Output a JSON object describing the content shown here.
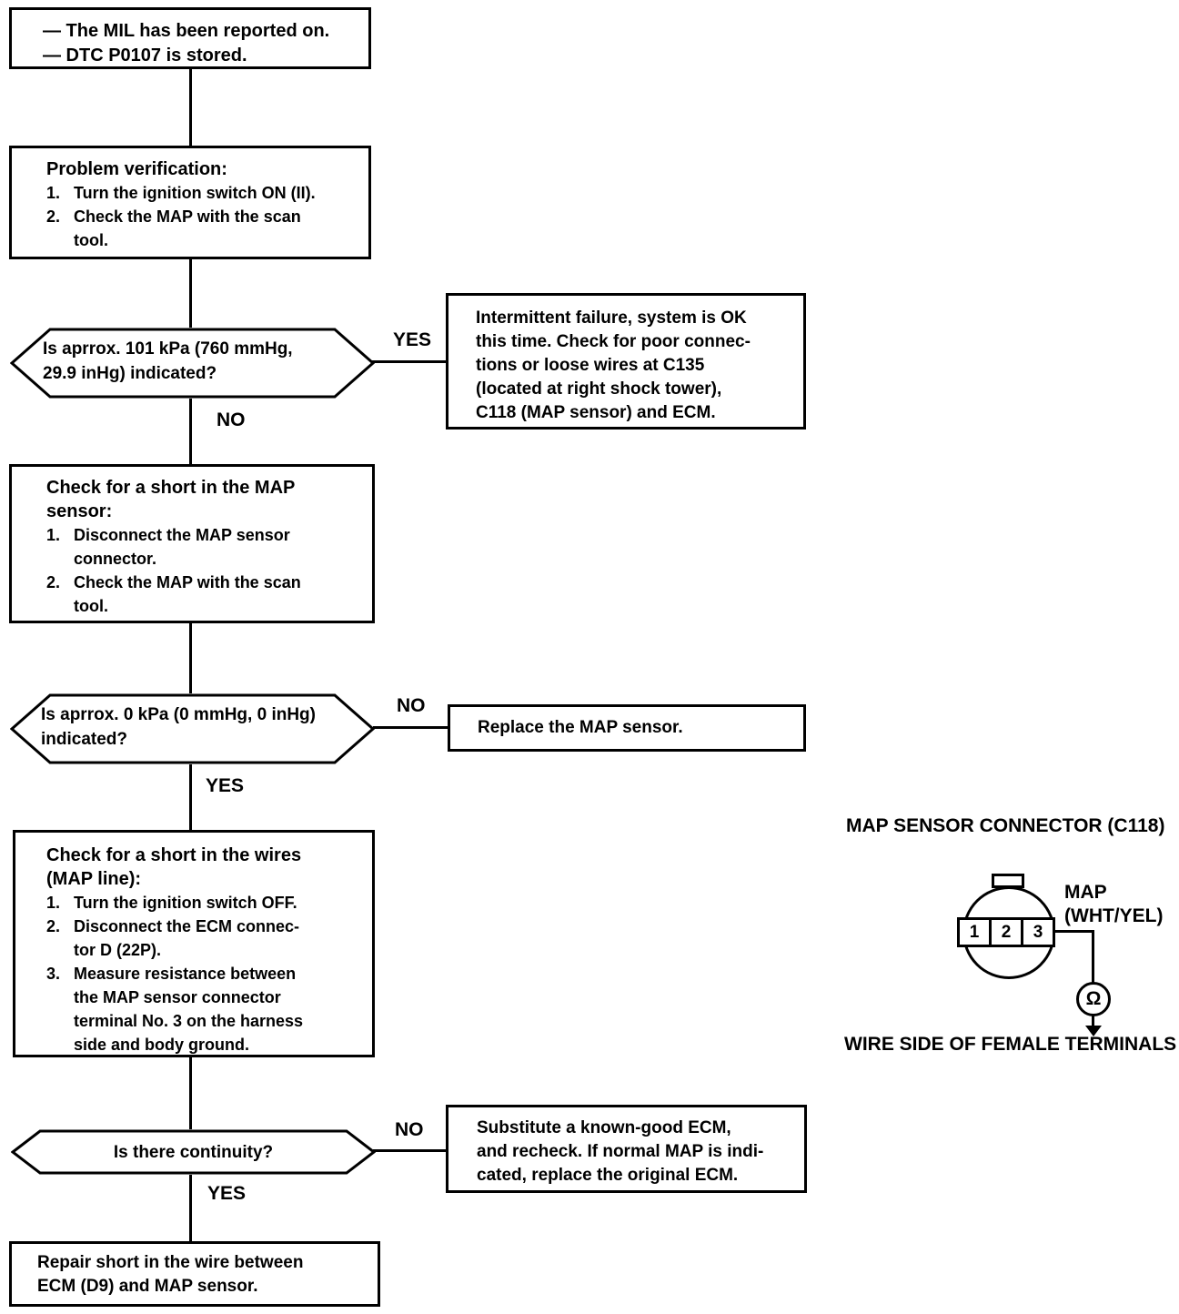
{
  "colors": {
    "ink": "#000000",
    "paper": "#ffffff"
  },
  "flow": {
    "start": {
      "lines": [
        "— The MIL has been reported on.",
        "— DTC P0107 is stored."
      ]
    },
    "verify": {
      "heading": "Problem verification:",
      "items": [
        {
          "num": "1.",
          "text": "Turn the ignition switch ON (II)."
        },
        {
          "num": "2.",
          "text": "Check the MAP with the scan\ntool."
        }
      ]
    },
    "q1": {
      "text": "Is aprrox. 101 kPa (760 mmHg,\n29.9 inHg) indicated?",
      "yes_label": "YES",
      "no_label": "NO"
    },
    "intermittent": {
      "text": "Intermittent failure, system is OK\nthis time. Check for poor connec-\ntions or loose wires at C135\n(located at right shock tower),\nC118 (MAP sensor) and ECM."
    },
    "short_sensor": {
      "heading": "Check for a short in the MAP\nsensor:",
      "items": [
        {
          "num": "1.",
          "text": "Disconnect the MAP sensor\nconnector."
        },
        {
          "num": "2.",
          "text": "Check the MAP with the scan\ntool."
        }
      ]
    },
    "q2": {
      "text": "Is aprrox. 0 kPa (0 mmHg, 0 inHg)\nindicated?",
      "yes_label": "YES",
      "no_label": "NO"
    },
    "replace": {
      "text": "Replace the MAP sensor."
    },
    "short_wires": {
      "heading": "Check for a short in the wires\n(MAP line):",
      "items": [
        {
          "num": "1.",
          "text": "Turn the ignition switch OFF."
        },
        {
          "num": "2.",
          "text": "Disconnect the ECM connec-\ntor D (22P)."
        },
        {
          "num": "3.",
          "text": "Measure resistance between\nthe MAP sensor connector\nterminal No. 3 on the harness\nside and body ground."
        }
      ]
    },
    "q3": {
      "text": "Is there continuity?",
      "yes_label": "YES",
      "no_label": "NO"
    },
    "substitute": {
      "text": "Substitute a known-good ECM,\nand recheck. If normal MAP is indi-\ncated, replace the original ECM."
    },
    "repair": {
      "text": "Repair short in the wire between\nECM (D9) and MAP sensor."
    }
  },
  "connector": {
    "title": "MAP SENSOR CONNECTOR (C118)",
    "terminals": [
      "1",
      "2",
      "3"
    ],
    "wire_label": "MAP\n(WHT/YEL)",
    "meter_symbol": "Ω",
    "caption": "WIRE SIDE OF FEMALE TERMINALS"
  }
}
